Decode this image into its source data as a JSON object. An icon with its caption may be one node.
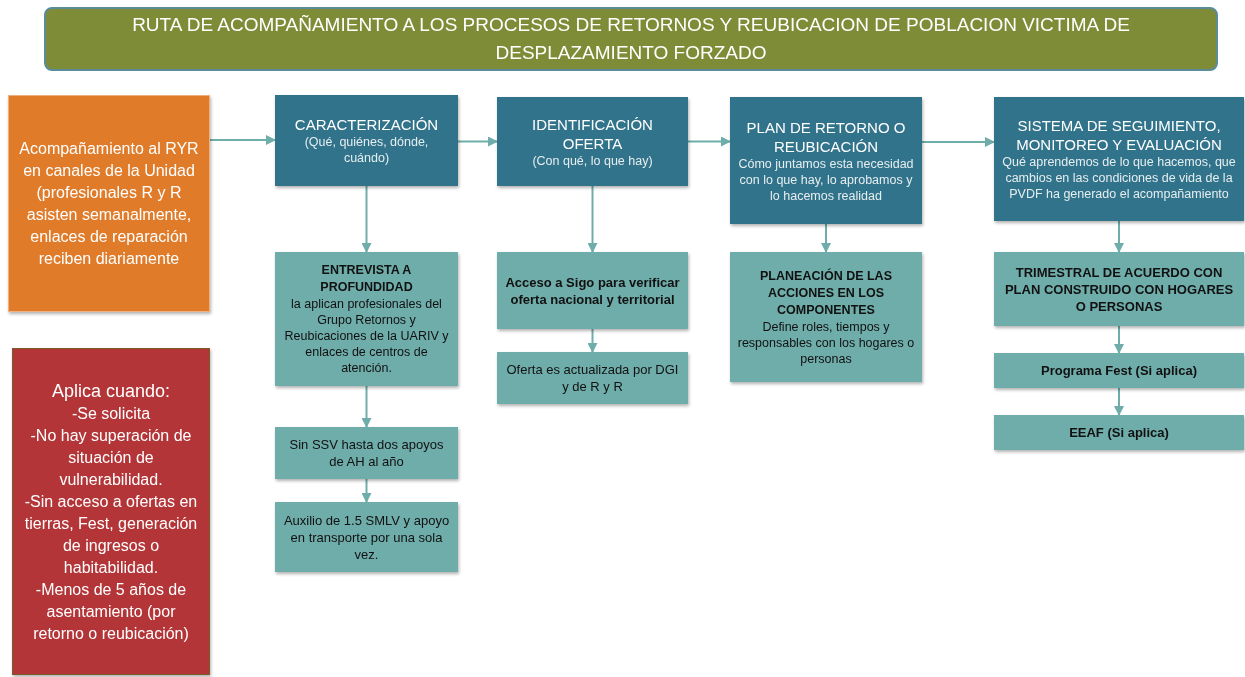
{
  "diagram": {
    "title": "RUTA DE ACOMPAÑAMIENTO A LOS PROCESOS DE RETORNOS Y REUBICACION DE POBLACION VICTIMA DE DESPLAZAMIENTO FORZADO",
    "nodes": [
      {
        "text": [
          "Acompañamiento al RYR en canales de la Unidad (profesionales R y R asisten semanalmente, enlaces de reparación reciben diariamente"
        ]
      },
      {
        "text": [
          "Aplica cuando:",
          "-Se solicita",
          "-No hay superación de situación de vulnerabilidad.",
          "-Sin acceso a ofertas en tierras, Fest, generación de ingresos o habitabilidad.",
          "-Menos de 5 años de asentamiento (por retorno o reubicación)"
        ]
      },
      {
        "text": [
          "CARACTERIZACIÓN",
          "(Qué, quiénes, dónde, cuándo)"
        ]
      },
      {
        "text": [
          "ENTREVISTA A PROFUNDIDAD",
          "la aplican profesionales del Grupo Retornos y Reubicaciones de la UARIV y enlaces de centros de atención."
        ]
      },
      {
        "text": [
          "Sin SSV hasta dos apoyos de AH al año"
        ]
      },
      {
        "text": [
          "Auxilio de 1.5 SMLV y apoyo en transporte por una sola vez."
        ]
      },
      {
        "text": [
          "IDENTIFICACIÓN OFERTA",
          "(Con qué, lo que hay)"
        ]
      },
      {
        "text": [
          "Acceso a Sigo para verificar oferta nacional y territorial"
        ]
      },
      {
        "text": [
          "Oferta es actualizada por DGI y de R y R"
        ]
      },
      {
        "text": [
          "PLAN DE RETORNO O REUBICACIÓN",
          "Cómo juntamos esta necesidad con lo que hay, lo aprobamos y lo hacemos realidad"
        ]
      },
      {
        "text": [
          "PLANEACIÓN DE LAS ACCIONES EN LOS COMPONENTES",
          "Define roles, tiempos y responsables con los hogares o personas"
        ]
      },
      {
        "text": [
          "SISTEMA DE SEGUIMIENTO, MONITOREO Y EVALUACIÓN",
          "Qué aprendemos de lo que hacemos, que cambios en las condiciones de vida de la PVDF ha generado el acompañamiento"
        ]
      },
      {
        "text": [
          "TRIMESTRAL DE ACUERDO CON PLAN CONSTRUIDO CON HOGARES O PERSONAS"
        ]
      },
      {
        "text": [
          "Programa Fest (Si aplica)"
        ]
      },
      {
        "text": [
          "EEAF (Si aplica)"
        ]
      }
    ],
    "edges": [
      {
        "from": 0,
        "to": 2,
        "arrow": "to"
      },
      {
        "from": 2,
        "to": 6,
        "arrow": "to"
      },
      {
        "from": 6,
        "to": 9,
        "arrow": "to"
      },
      {
        "from": 9,
        "to": 11,
        "arrow": "to"
      },
      {
        "from": 2,
        "to": 3,
        "arrow": "to"
      },
      {
        "from": 3,
        "to": 4,
        "arrow": "to"
      },
      {
        "from": 4,
        "to": 5,
        "arrow": "to"
      },
      {
        "from": 6,
        "to": 7,
        "arrow": "to"
      },
      {
        "from": 7,
        "to": 8,
        "arrow": "to"
      },
      {
        "from": 9,
        "to": 10,
        "arrow": "to"
      },
      {
        "from": 11,
        "to": 12,
        "arrow": "to"
      },
      {
        "from": 12,
        "to": 13,
        "arrow": "to"
      },
      {
        "from": 13,
        "to": 14,
        "arrow": "to"
      }
    ]
  }
}
